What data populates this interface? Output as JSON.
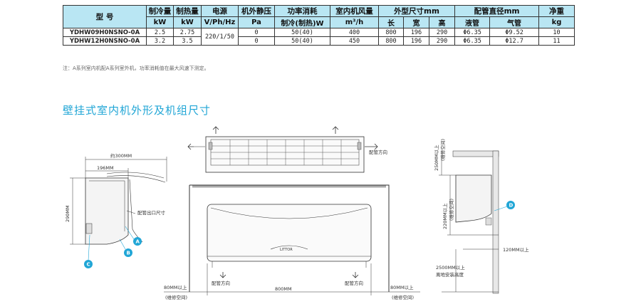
{
  "table": {
    "headers": {
      "model": "型 号",
      "cooling": "制冷量",
      "cooling_unit": "kW",
      "heating": "制热量",
      "heating_unit": "kW",
      "power": "电源",
      "power_unit": "V/Ph/Hz",
      "static": "机外静压",
      "static_unit": "Pa",
      "consumption": "功率消耗",
      "consumption_unit": "制冷(制热)W",
      "airflow": "室内机风量",
      "airflow_unit": "m³/h",
      "dims": "外型尺寸mm",
      "dim_l": "长",
      "dim_w": "宽",
      "dim_h": "高",
      "pipe": "配管直径mm",
      "pipe_liquid": "液管",
      "pipe_gas": "气管",
      "weight": "净重",
      "weight_unit": "kg"
    },
    "power_value": "220/1/50",
    "rows": [
      {
        "model": "YDHW09H0NSNO-0A",
        "cooling": "2.5",
        "heating": "2.75",
        "static": "0",
        "consumption": "50(40)",
        "airflow": "400",
        "l": "800",
        "w": "196",
        "h": "290",
        "liquid": "Φ6.35",
        "gas": "Φ9.52",
        "weight": "10"
      },
      {
        "model": "YDHW12H0NSNO-0A",
        "cooling": "3.2",
        "heating": "3.5",
        "static": "0",
        "consumption": "50(40)",
        "airflow": "450",
        "l": "800",
        "w": "196",
        "h": "290",
        "liquid": "Φ6.35",
        "gas": "Φ12.7",
        "weight": "11"
      }
    ]
  },
  "note": "注：A系列室内机配A系列室外机，功率消耗值在最大风速下测定。",
  "section_title": "壁挂式室内机外形及机组尺寸",
  "labels": {
    "top_width": "约300MM",
    "side_depth": "196MM",
    "side_height": "290MM",
    "side_note": "配管出口尺寸",
    "front_width": "800MM",
    "left_clear": "80MM以上",
    "left_clear_sub": "(维修空间)",
    "right_clear": "80MM以上",
    "right_clear_sub": "(维修空间)",
    "air_dir": "配管方向",
    "top_air_dir": "配管方向",
    "top_vert": "250MM以上",
    "top_vert_sub": "(维修空间)",
    "mid_vert": "220MM以上",
    "mid_vert_sub": "(维修空间)",
    "right_horiz": "120MM以上",
    "floor": "2500MM以上",
    "floor_sub": "离地安装高度",
    "brand": "LITTOR",
    "callout_a": "A",
    "callout_b": "B",
    "callout_c": "C",
    "callout_d": "D"
  },
  "colors": {
    "header_bg": "#b9e6f3",
    "accent": "#21a6d6"
  }
}
